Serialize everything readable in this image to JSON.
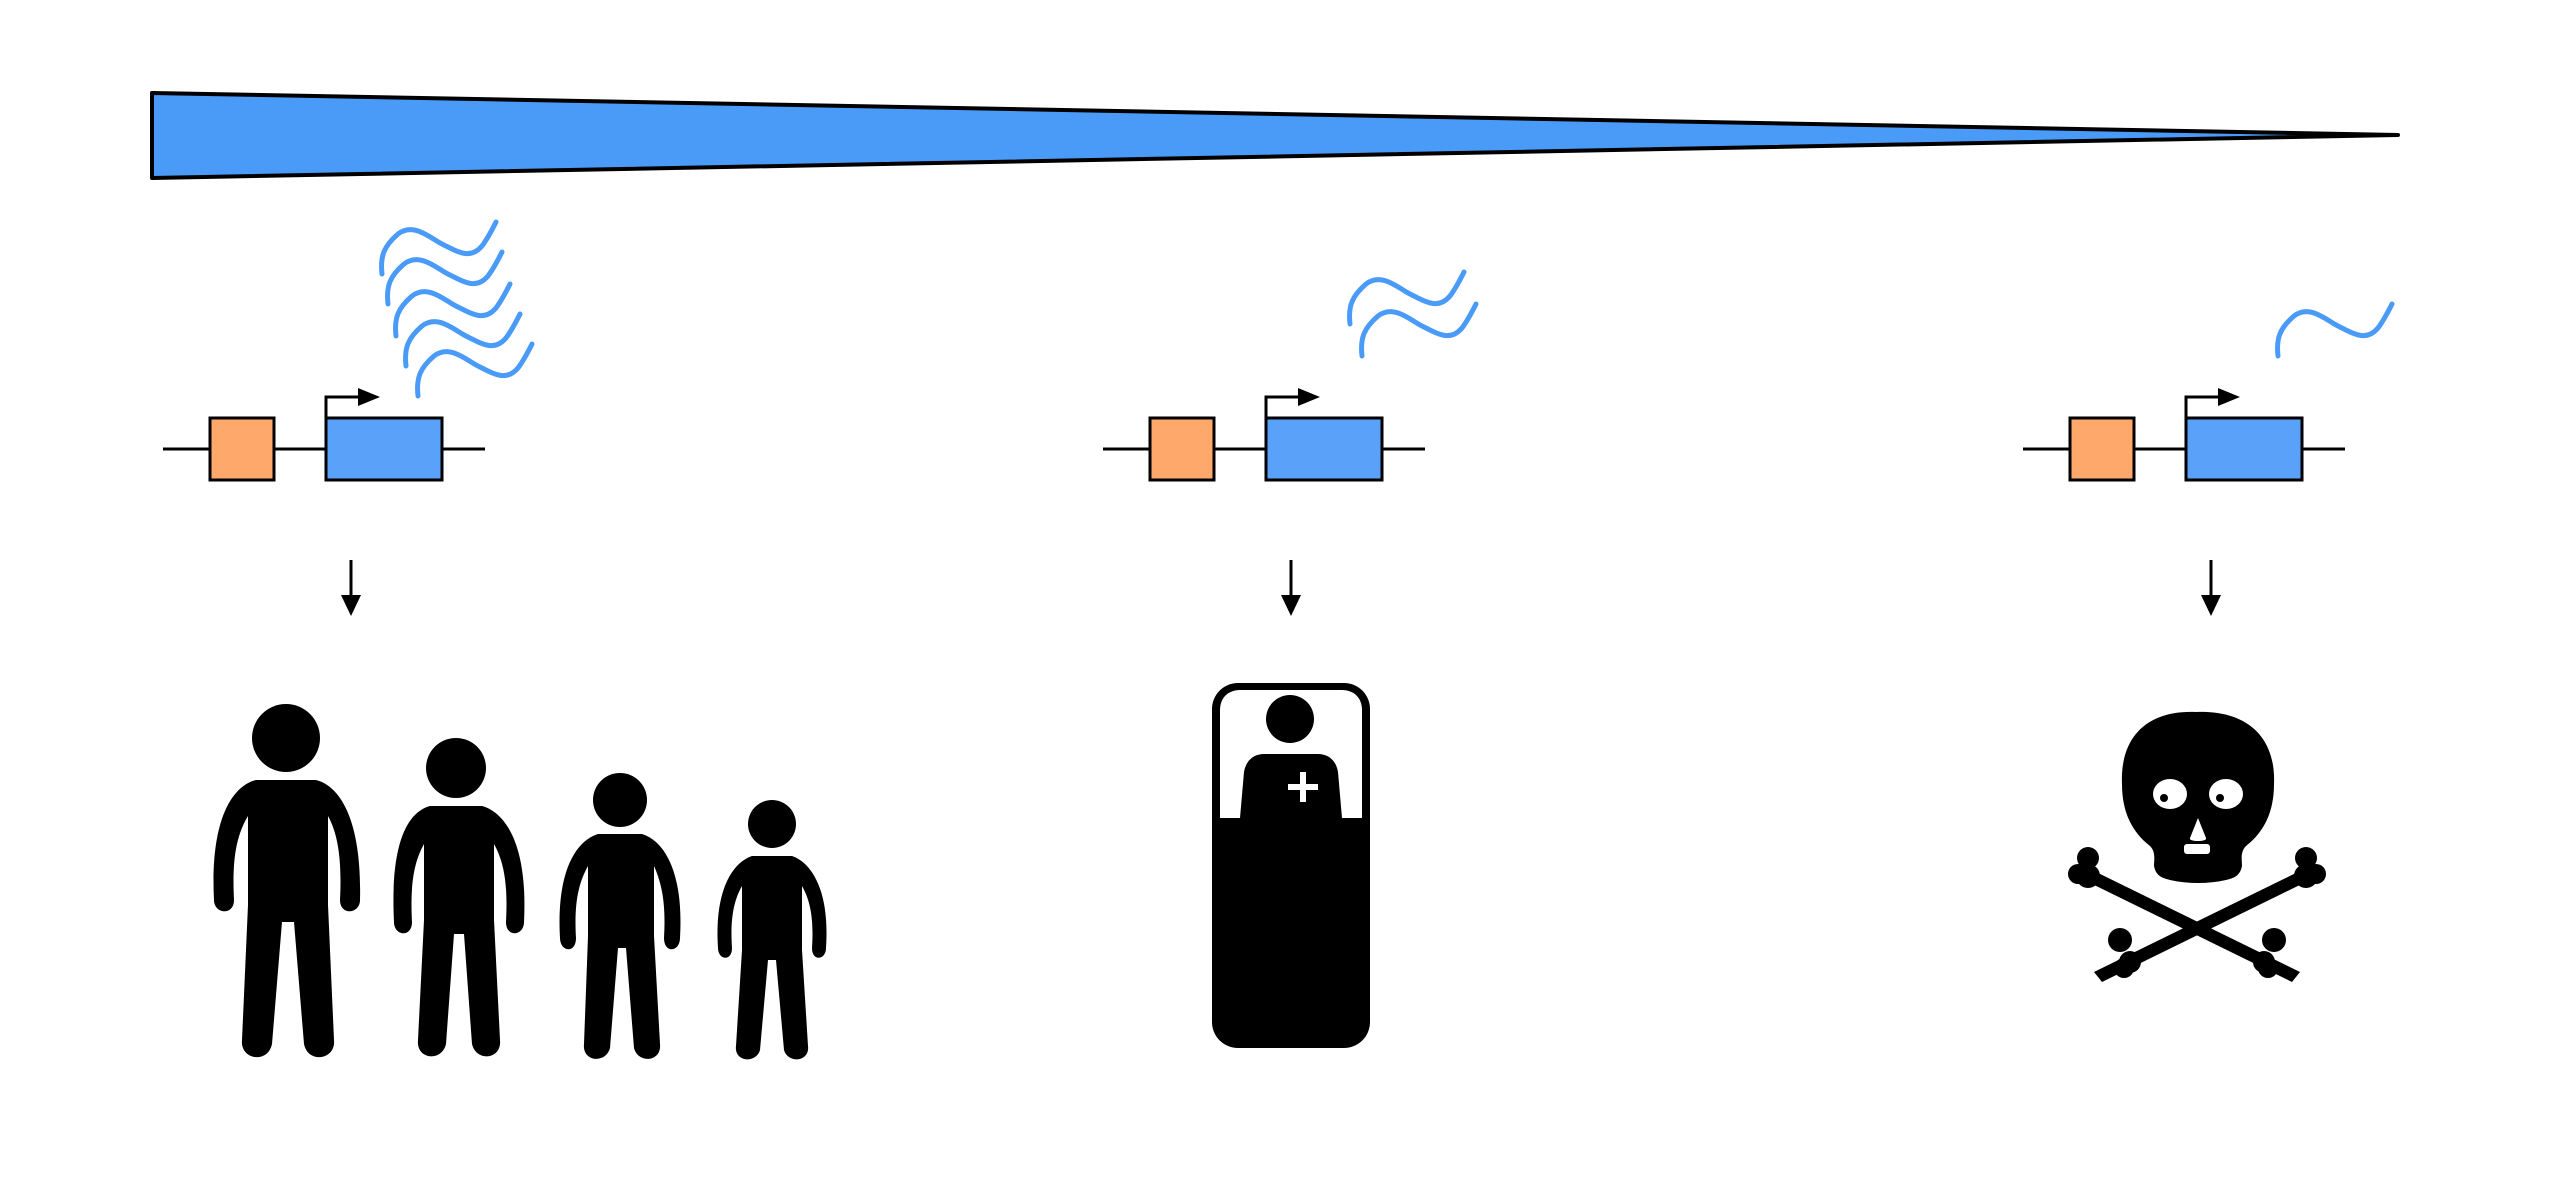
{
  "colors": {
    "gradient_fill": "#4a9bf8",
    "mrna": "#4a9bf8",
    "gene_box": "#5aa2f9",
    "promoter_box": "#ffa86b",
    "outline": "#000000",
    "background": "#ffffff"
  },
  "panels": [
    {
      "id": "left",
      "mrna_transcripts": 5,
      "outcome_icon": "family-icon"
    },
    {
      "id": "middle",
      "mrna_transcripts": 2,
      "outcome_icon": "hospital-bed-patient-icon"
    },
    {
      "id": "right",
      "mrna_transcripts": 1,
      "outcome_icon": "skull-crossbones-icon"
    }
  ]
}
